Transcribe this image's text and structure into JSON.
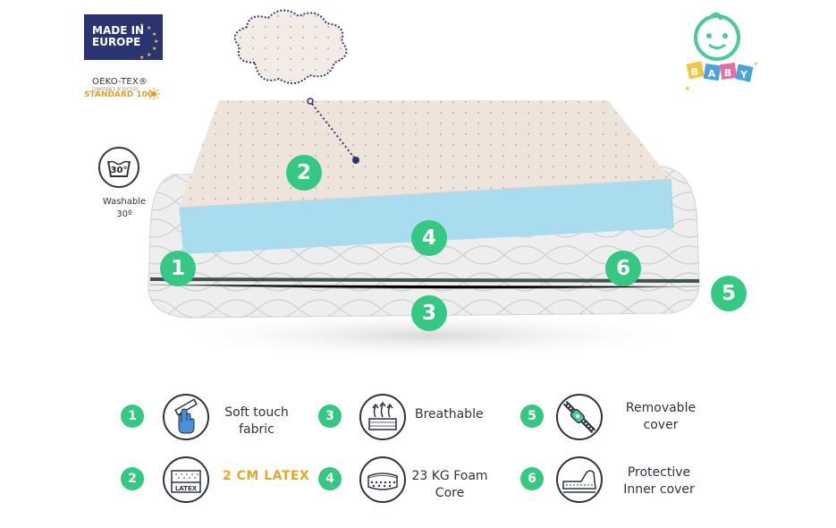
{
  "logos": {
    "made_in_europe": {
      "line1": "MADE IN",
      "line2": "EUROPE"
    },
    "oeko_tex": {
      "title": "OEKO-TEX®",
      "tagline": "CONFIDENCE IN TEXTILES",
      "standard": "STANDARD 100"
    },
    "baby_letters": [
      "B",
      "A",
      "B",
      "Y"
    ]
  },
  "washable": {
    "temp": "30°",
    "line1": "Washable",
    "line2": "30º"
  },
  "diagram_badges": [
    {
      "id": "1",
      "label": "1"
    },
    {
      "id": "2",
      "label": "2"
    },
    {
      "id": "3",
      "label": "3"
    },
    {
      "id": "4",
      "label": "4"
    },
    {
      "id": "5",
      "label": "5"
    },
    {
      "id": "6",
      "label": "6"
    }
  ],
  "features": [
    {
      "num": "1",
      "line1": "Soft touch",
      "line2": "fabric",
      "icon": "hand-touch-icon"
    },
    {
      "num": "2",
      "line1": "2 CM LATEX",
      "line2": "",
      "icon": "latex-layer-icon",
      "icon_label": "LATEX"
    },
    {
      "num": "3",
      "line1": "Breathable",
      "line2": "",
      "icon": "airflow-icon"
    },
    {
      "num": "4",
      "line1": "23 KG Foam",
      "line2": "Core",
      "icon": "foam-mattress-icon"
    },
    {
      "num": "5",
      "line1": "Removable",
      "line2": "cover",
      "icon": "zipper-icon"
    },
    {
      "num": "6",
      "line1": "Protective",
      "line2": "Inner cover",
      "icon": "inner-cover-icon"
    }
  ],
  "colors": {
    "badge": "#35c882",
    "latex_text": "#e3a82a",
    "navy": "#2a3470",
    "foam": "#a9dcef"
  }
}
